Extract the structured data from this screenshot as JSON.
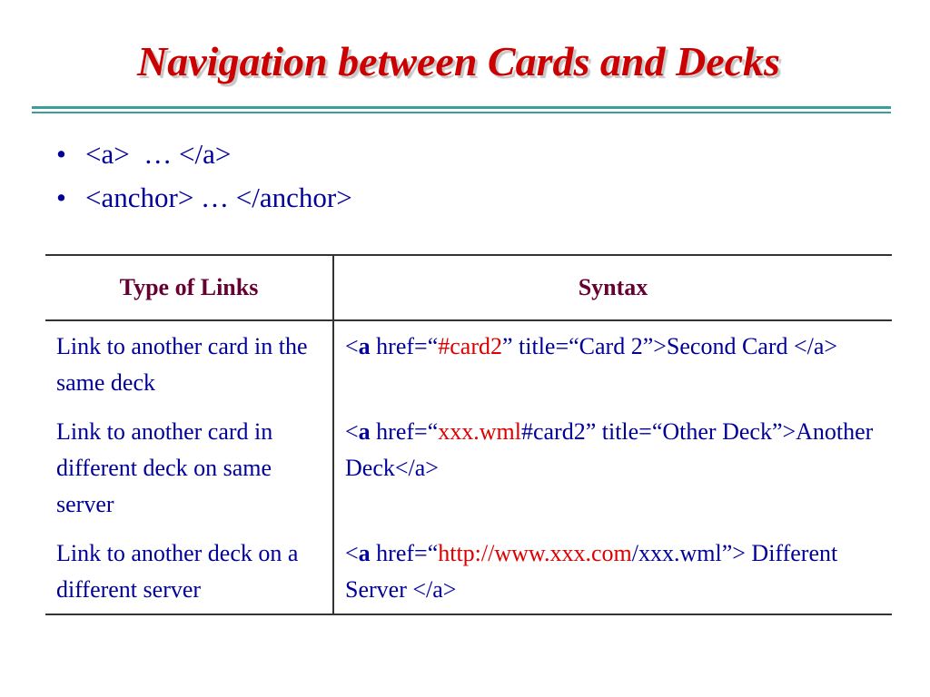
{
  "slide": {
    "title": "Navigation between Cards and Decks"
  },
  "bullets": [
    {
      "text": "<a>  … </a>"
    },
    {
      "text": "<anchor> … </anchor>"
    }
  ],
  "table": {
    "headers": [
      "Type of Links",
      "Syntax"
    ],
    "rows": [
      {
        "type": "Link to another card in the same deck",
        "syntax": {
          "lt": "<",
          "tag": "a",
          "pre": " href=“",
          "highlight": "#card2",
          "post": "” title=“Card 2”>Second Card ",
          "close": "</a>"
        }
      },
      {
        "type": "Link to another card in different deck on same server",
        "syntax": {
          "lt": "<",
          "tag": "a",
          "pre": " href=“",
          "highlight": "xxx.wml",
          "post": "#card2” title=“Other Deck”>Another Deck",
          "close": "</a>"
        }
      },
      {
        "type": "Link to another deck on a different server",
        "syntax": {
          "lt": "<",
          "tag": "a",
          "pre": " href=“",
          "highlight": "http://www.xxx.com",
          "post": "/xxx.wml”> Different Server ",
          "close": "</a>"
        }
      }
    ]
  },
  "colors": {
    "title": "#cc0000",
    "body_text": "#000099",
    "header_text": "#660033",
    "highlight": "#dd0000",
    "rule": "#3a9e9a"
  }
}
